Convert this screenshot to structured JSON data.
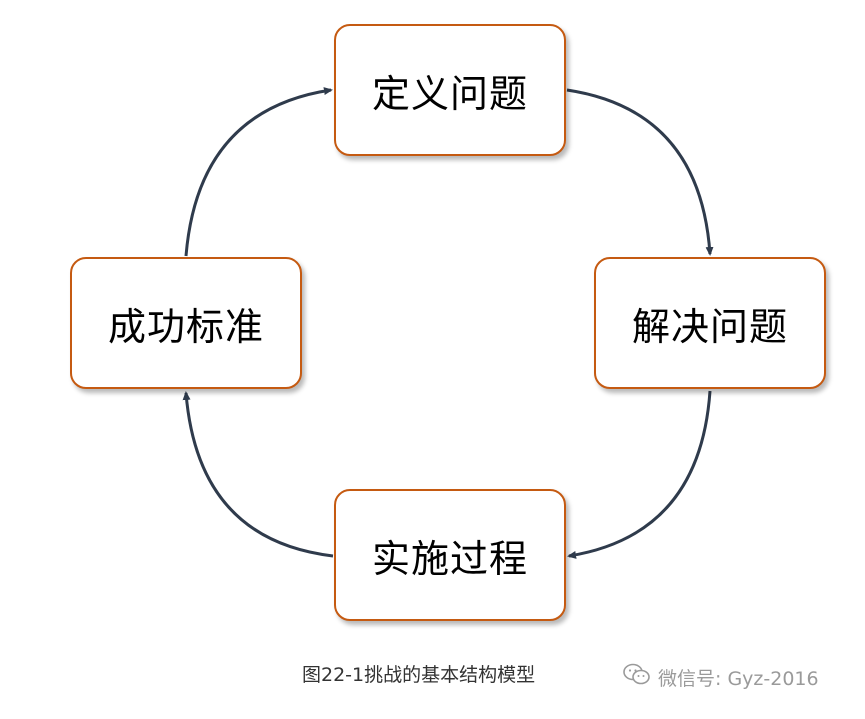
{
  "nodes": {
    "define": "定义问题",
    "solve": "解决问题",
    "implement": "实施过程",
    "success": "成功标准"
  },
  "caption": "图22-1挑战的基本结构模型",
  "watermark": {
    "icon": "wechat-icon",
    "text": "微信号: Gyz-2016"
  },
  "colors": {
    "node_border": "#c55a11",
    "arrow": "#2f3b4c"
  }
}
